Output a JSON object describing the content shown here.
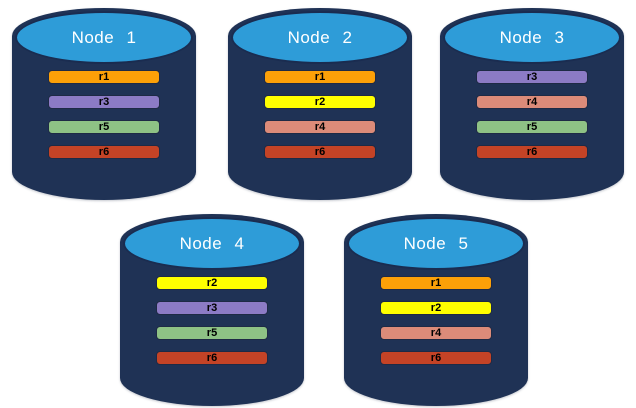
{
  "palette": {
    "background": "#ffffff",
    "cylinder_body": "#1F3255",
    "cylinder_top": "#2E9CD8",
    "cylinder_outline": "#1A2C50",
    "bar_border": "#1E2A45",
    "bar_label": "#000000",
    "title_text": "#ffffff"
  },
  "replica_colors": {
    "r1": "#FCA008",
    "r2": "#FFFF00",
    "r3": "#8C7BC5",
    "r4": "#DC8B79",
    "r5": "#8EC285",
    "r6": "#C44326"
  },
  "nodes": [
    {
      "title": "Node 1",
      "bars": [
        {
          "label": "r1",
          "color": "#FCA008"
        },
        {
          "label": "r3",
          "color": "#8C7BC5"
        },
        {
          "label": "r5",
          "color": "#8EC285"
        },
        {
          "label": "r6",
          "color": "#C44326"
        }
      ]
    },
    {
      "title": "Node 2",
      "bars": [
        {
          "label": "r1",
          "color": "#FCA008"
        },
        {
          "label": "r2",
          "color": "#FFFF00"
        },
        {
          "label": "r4",
          "color": "#DC8B79"
        },
        {
          "label": "r6",
          "color": "#C44326"
        }
      ]
    },
    {
      "title": "Node 3",
      "bars": [
        {
          "label": "r3",
          "color": "#8C7BC5"
        },
        {
          "label": "r4",
          "color": "#DC8B79"
        },
        {
          "label": "r5",
          "color": "#8EC285"
        },
        {
          "label": "r6",
          "color": "#C44326"
        }
      ]
    },
    {
      "title": "Node 4",
      "bars": [
        {
          "label": "r2",
          "color": "#FFFF00"
        },
        {
          "label": "r3",
          "color": "#8C7BC5"
        },
        {
          "label": "r5",
          "color": "#8EC285"
        },
        {
          "label": "r6",
          "color": "#C44326"
        }
      ]
    },
    {
      "title": "Node 5",
      "bars": [
        {
          "label": "r1",
          "color": "#FCA008"
        },
        {
          "label": "r2",
          "color": "#FFFF00"
        },
        {
          "label": "r4",
          "color": "#DC8B79"
        },
        {
          "label": "r6",
          "color": "#C44326"
        }
      ]
    }
  ]
}
